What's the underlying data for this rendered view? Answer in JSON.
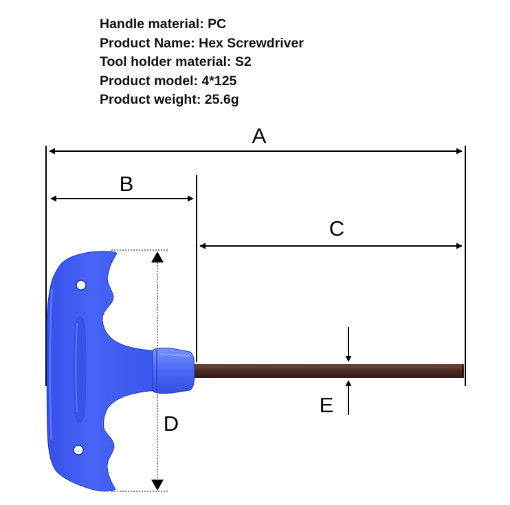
{
  "specs": [
    "Handle material: PC",
    "Product Name: Hex Screwdriver",
    "Tool holder material: S2",
    "Product model: 4*125",
    "Product weight: 25.6g"
  ],
  "dimension_labels": {
    "a": "A",
    "b": "B",
    "c": "C",
    "d": "D",
    "e": "E"
  },
  "colors": {
    "handle": "#3f5bf2",
    "handle_shadow": "#2a3fd0",
    "collar": "#5a78f7",
    "shaft": "#4a2a22",
    "line": "#000000"
  }
}
